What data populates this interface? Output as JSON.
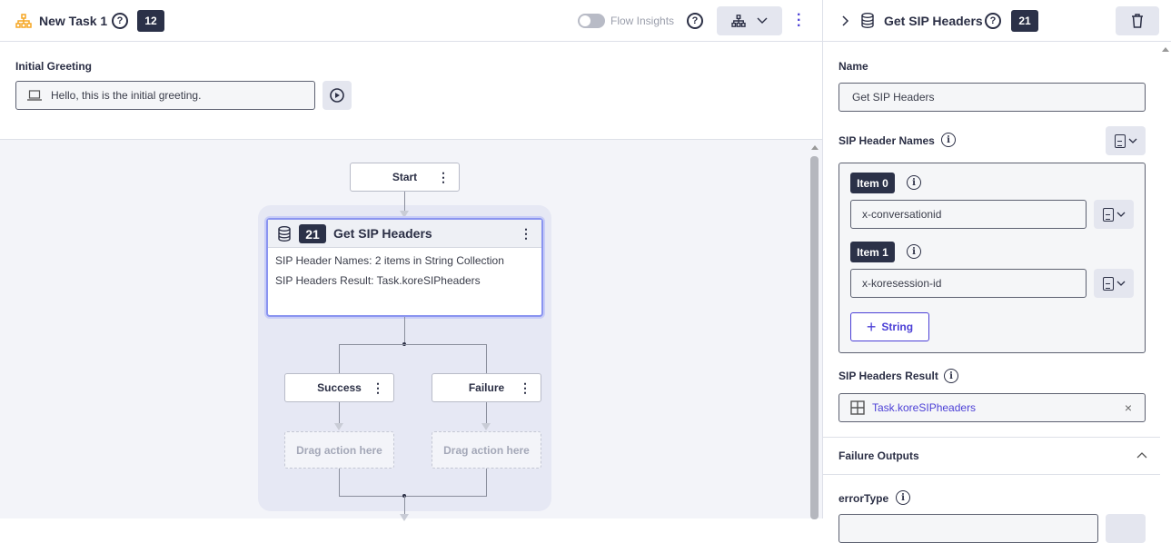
{
  "header": {
    "title": "New Task 1",
    "badge": "12",
    "flow_insights_label": "Flow Insights",
    "flow_insights_on": false
  },
  "greeting": {
    "label": "Initial Greeting",
    "value": "Hello, this is the initial greeting."
  },
  "canvas": {
    "start_label": "Start",
    "action": {
      "badge": "21",
      "title": "Get SIP Headers",
      "lines": [
        "SIP Header Names: 2 items in String Collection",
        "SIP Headers Result: Task.koreSIPheaders"
      ]
    },
    "branches": [
      {
        "label": "Success",
        "drop": "Drag action here"
      },
      {
        "label": "Failure",
        "drop": "Drag action here"
      }
    ]
  },
  "panel": {
    "title": "Get SIP Headers",
    "badge": "21",
    "name_label": "Name",
    "name_value": "Get SIP Headers",
    "names_label": "SIP Header Names",
    "items": [
      {
        "badge": "Item 0",
        "value": "x-conversationid"
      },
      {
        "badge": "Item 1",
        "value": "x-koresession-id"
      }
    ],
    "add_label": "String",
    "result_label": "SIP Headers Result",
    "result_value": "Task.koreSIPheaders",
    "failure_label": "Failure Outputs",
    "error_label": "errorType"
  },
  "colors": {
    "accent": "#5b3fd6",
    "badge": "#2b3148",
    "canvas": "#f3f4f9",
    "group": "#e6e8f4",
    "selected": "#8a94f0",
    "logo": "#f5a623"
  }
}
